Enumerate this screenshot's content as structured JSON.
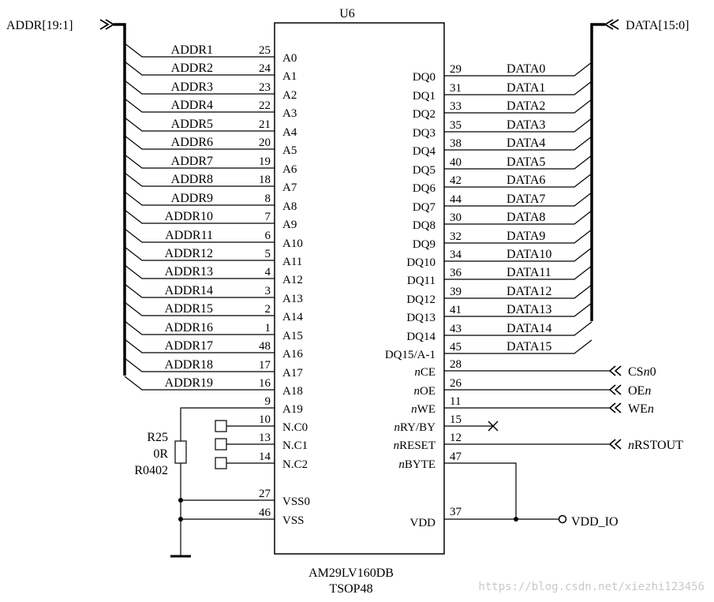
{
  "chip": {
    "designator": "U6",
    "part": "AM29LV160DB",
    "package": "TSOP48"
  },
  "buses": {
    "addr_label": "ADDR[19:1]",
    "data_label": "DATA[15:0]"
  },
  "addr_rows": [
    {
      "net": "ADDR1",
      "num": "25",
      "pin": "A0"
    },
    {
      "net": "ADDR2",
      "num": "24",
      "pin": "A1"
    },
    {
      "net": "ADDR3",
      "num": "23",
      "pin": "A2"
    },
    {
      "net": "ADDR4",
      "num": "22",
      "pin": "A3"
    },
    {
      "net": "ADDR5",
      "num": "21",
      "pin": "A4"
    },
    {
      "net": "ADDR6",
      "num": "20",
      "pin": "A5"
    },
    {
      "net": "ADDR7",
      "num": "19",
      "pin": "A6"
    },
    {
      "net": "ADDR8",
      "num": "18",
      "pin": "A7"
    },
    {
      "net": "ADDR9",
      "num": "8",
      "pin": "A8"
    },
    {
      "net": "ADDR10",
      "num": "7",
      "pin": "A9"
    },
    {
      "net": "ADDR11",
      "num": "6",
      "pin": "A10"
    },
    {
      "net": "ADDR12",
      "num": "5",
      "pin": "A11"
    },
    {
      "net": "ADDR13",
      "num": "4",
      "pin": "A12"
    },
    {
      "net": "ADDR14",
      "num": "3",
      "pin": "A13"
    },
    {
      "net": "ADDR15",
      "num": "2",
      "pin": "A14"
    },
    {
      "net": "ADDR16",
      "num": "1",
      "pin": "A15"
    },
    {
      "net": "ADDR17",
      "num": "48",
      "pin": "A16"
    },
    {
      "net": "ADDR18",
      "num": "17",
      "pin": "A17"
    },
    {
      "net": "ADDR19",
      "num": "16",
      "pin": "A18"
    }
  ],
  "data_rows": [
    {
      "pin": "DQ0",
      "num": "29",
      "net": "DATA0"
    },
    {
      "pin": "DQ1",
      "num": "31",
      "net": "DATA1"
    },
    {
      "pin": "DQ2",
      "num": "33",
      "net": "DATA2"
    },
    {
      "pin": "DQ3",
      "num": "35",
      "net": "DATA3"
    },
    {
      "pin": "DQ4",
      "num": "38",
      "net": "DATA4"
    },
    {
      "pin": "DQ5",
      "num": "40",
      "net": "DATA5"
    },
    {
      "pin": "DQ6",
      "num": "42",
      "net": "DATA6"
    },
    {
      "pin": "DQ7",
      "num": "44",
      "net": "DATA7"
    },
    {
      "pin": "DQ8",
      "num": "30",
      "net": "DATA8"
    },
    {
      "pin": "DQ9",
      "num": "32",
      "net": "DATA9"
    },
    {
      "pin": "DQ10",
      "num": "34",
      "net": "DATA10"
    },
    {
      "pin": "DQ11",
      "num": "36",
      "net": "DATA11"
    },
    {
      "pin": "DQ12",
      "num": "39",
      "net": "DATA12"
    },
    {
      "pin": "DQ13",
      "num": "41",
      "net": "DATA13"
    },
    {
      "pin": "DQ14",
      "num": "43",
      "net": "DATA14"
    },
    {
      "pin": "DQ15/A-1",
      "num": "45",
      "net": "DATA15"
    }
  ],
  "left_misc": [
    {
      "num": "9",
      "pin": "A19"
    },
    {
      "num": "10",
      "pin": "N.C0"
    },
    {
      "num": "13",
      "pin": "N.C1"
    },
    {
      "num": "14",
      "pin": "N.C2"
    },
    {
      "num": "27",
      "pin": "VSS0"
    },
    {
      "num": "46",
      "pin": "VSS"
    }
  ],
  "ctrl_pins": [
    {
      "prefix": "n",
      "name": "CE",
      "num": "28",
      "net_pre": "CS",
      "net_it": "n",
      "net_post": "0"
    },
    {
      "prefix": "n",
      "name": "OE",
      "num": "26",
      "net_pre": "OE",
      "net_it": "n",
      "net_post": ""
    },
    {
      "prefix": "n",
      "name": "WE",
      "num": "11",
      "net_pre": "WE",
      "net_it": "n",
      "net_post": ""
    },
    {
      "prefix": "n",
      "name": "RY/BY",
      "num": "15"
    },
    {
      "prefix": "n",
      "name": "RESET",
      "num": "12",
      "net_pre": "",
      "net_it": "n",
      "net_post": "RSTOUT"
    },
    {
      "prefix": "n",
      "name": "BYTE",
      "num": "47"
    }
  ],
  "vdd": {
    "pin": "VDD",
    "num": "37",
    "net": "VDD_IO"
  },
  "resistor": {
    "ref": "R25",
    "value": "0R",
    "footprint": "R0402"
  },
  "watermark": "https://blog.csdn.net/xiezhi123456"
}
